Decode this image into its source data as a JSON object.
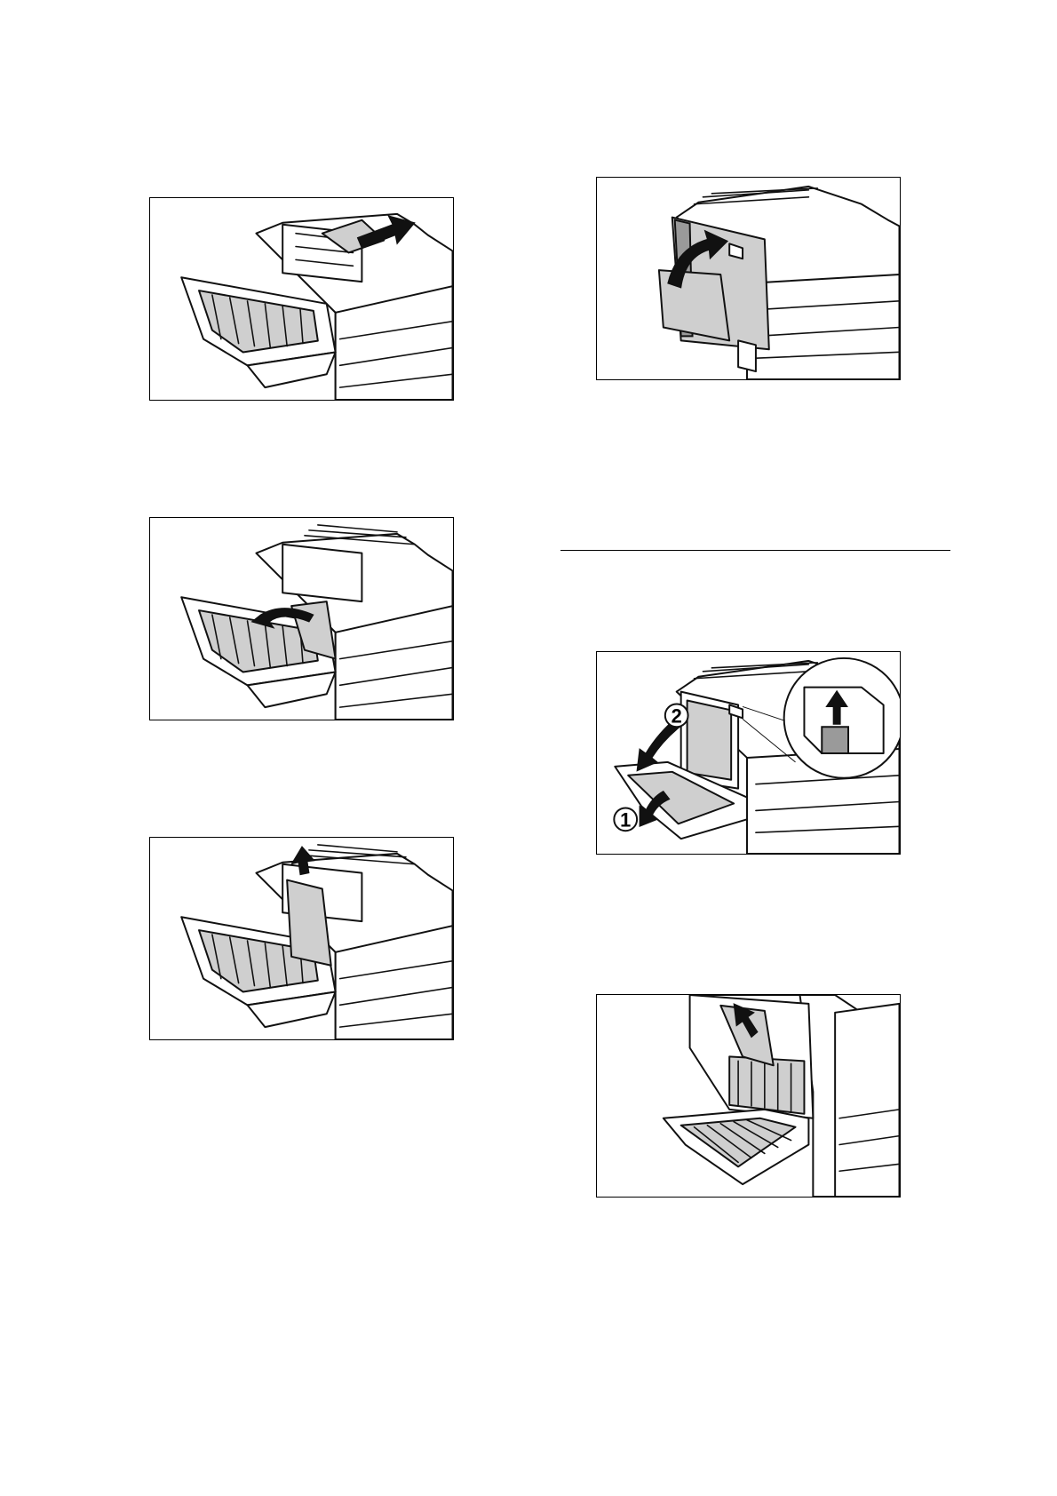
{
  "figures": [
    {
      "name": "fig-pull-paper-out-top",
      "markers": []
    },
    {
      "name": "fig-remove-paper-fuser",
      "markers": []
    },
    {
      "name": "fig-pull-paper-up",
      "markers": []
    },
    {
      "name": "fig-close-left-cover",
      "markers": []
    },
    {
      "name": "fig-open-bypass-tray-and-cover",
      "markers": [
        "1",
        "2"
      ]
    },
    {
      "name": "fig-remove-paper-left-cover",
      "markers": []
    }
  ],
  "markers": {
    "step1": "1",
    "step2": "2"
  }
}
